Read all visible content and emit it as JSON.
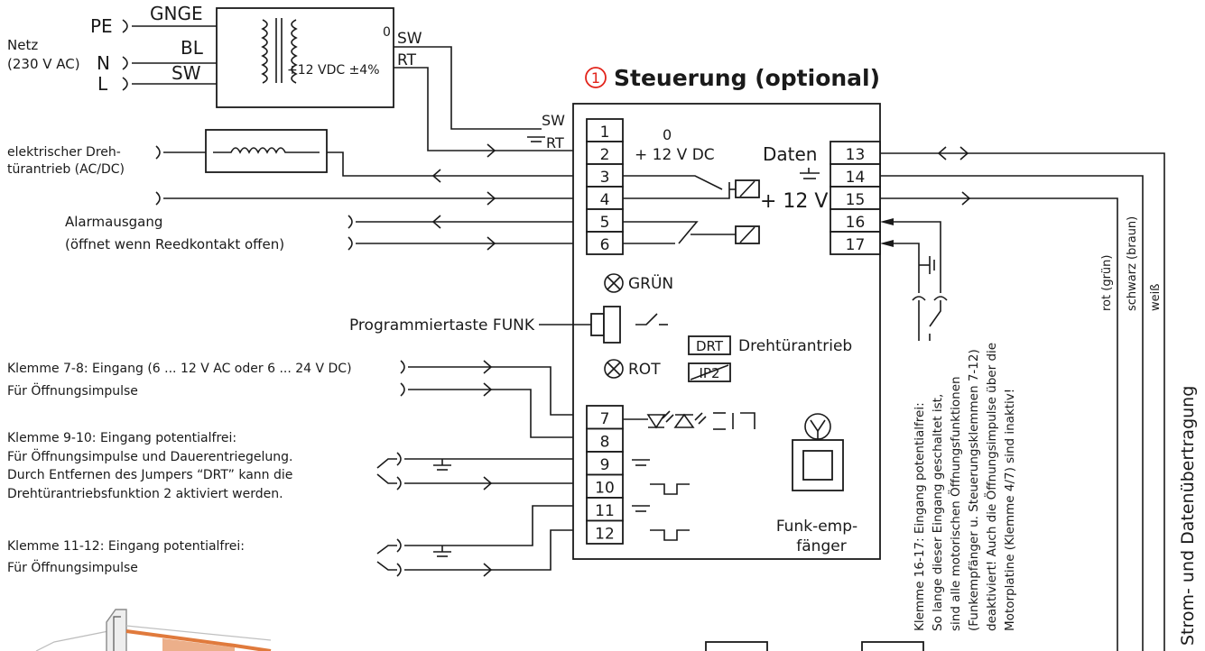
{
  "mains": {
    "label_line1": "Netz",
    "label_line2": "(230 V AC)",
    "pe": "PE",
    "n": "N",
    "l": "L",
    "wire_gnge": "GNGE",
    "wire_bl": "BL",
    "wire_sw": "SW"
  },
  "psu": {
    "output": "+12 VDC ±4%",
    "zero": "0",
    "out_sw": "SW",
    "out_rt": "RT"
  },
  "controller": {
    "badge": "1",
    "title": "Steuerung (optional)",
    "in_sw": "SW",
    "in_rt": "RT",
    "zero_label": "0",
    "v12_label": "+ 12 V DC",
    "data_label": "Daten",
    "v12_right": "+ 12 V",
    "led_green": "GRÜN",
    "led_red": "ROT",
    "drt_box": "DRT",
    "drt_label": "Drehtürantrieb",
    "ip2_box": "IP2",
    "radio_line1": "Funk-emp-",
    "radio_line2": "fänger"
  },
  "terminals_left": [
    "1",
    "2",
    "3",
    "4",
    "5",
    "6",
    "7",
    "8",
    "9",
    "10",
    "11",
    "12"
  ],
  "terminals_right": [
    "13",
    "14",
    "15",
    "16",
    "17"
  ],
  "labels": {
    "drive_line1": "elektrischer Dreh-",
    "drive_line2": "türantrieb (AC/DC)",
    "alarm_line1": "Alarmausgang",
    "alarm_line2": "(öffnet wenn Reedkontakt offen)",
    "prog_key": "Programmiertaste FUNK",
    "k78_line1": "Klemme 7-8:  Eingang (6 ... 12 V AC oder 6 ... 24 V DC)",
    "k78_line2": "Für Öffnungsimpulse",
    "k910_line1": "Klemme 9-10:  Eingang potentialfrei:",
    "k910_line2": "Für Öffnungsimpulse und Dauerentriegelung.",
    "k910_line3": "Durch Entfernen des Jumpers “DRT” kann die",
    "k910_line4": "Drehtürantriebsfunktion 2 aktiviert werden.",
    "k1112_line1": "Klemme 11-12: Eingang potentialfrei:",
    "k1112_line2": "Für Öffnungsimpulse"
  },
  "vertical_note": [
    "Klemme 16-17: Eingang potentialfrei:",
    "So lange dieser Eingang geschaltet ist,",
    "sind alle motorischen Öffnungsfunktionen",
    "(Funkempfänger u. Steuerungsklemmen 7-12)",
    "deaktiviert! Auch die Öffnungsimpulse über die",
    "Motorplatine (Klemme 4/7) sind inaktiv!"
  ],
  "cable": {
    "red": "rot (grün)",
    "black": "schwarz (braun)",
    "white": "weiß",
    "title": "Strom- und Datenübertragung"
  },
  "colors": {
    "ink": "#1a1a1a",
    "accent": "#e2231a",
    "photo_orange": "#e07a3c"
  }
}
